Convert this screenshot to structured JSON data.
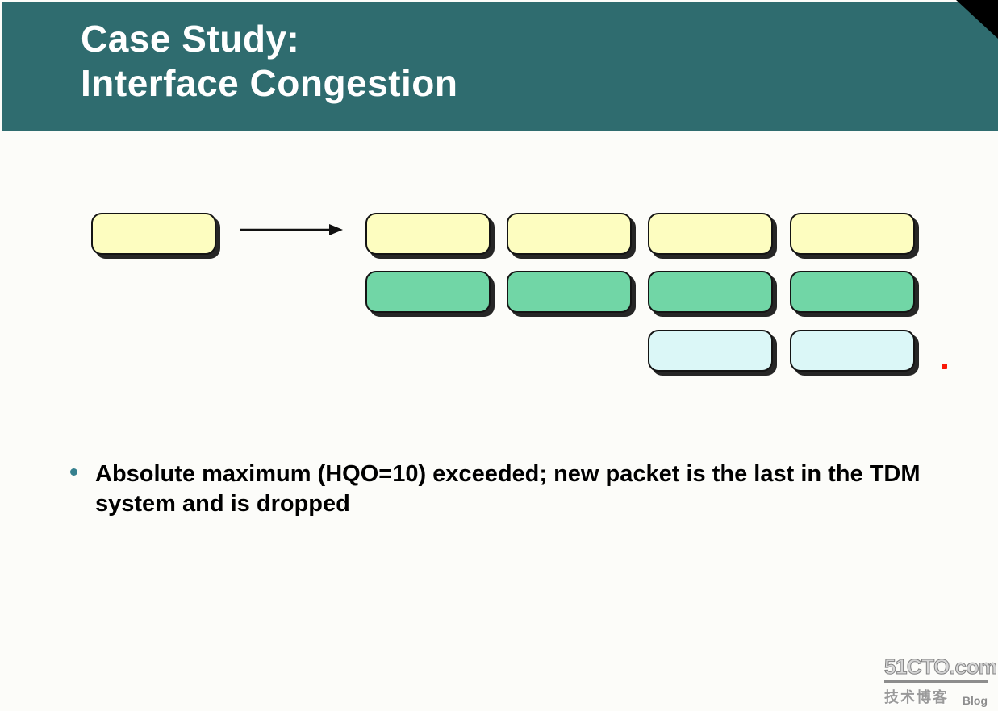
{
  "slide": {
    "title": {
      "line1": "Case Study:",
      "line2": "Interface Congestion"
    },
    "bullets": [
      {
        "text": "Absolute maximum (HQO=10) exceeded; new packet is the last in the TDM system and is dropped"
      }
    ]
  },
  "diagram": {
    "incoming_packet": {
      "color_key": "packet_yellow"
    },
    "arrow_icon": "right-arrow",
    "queue_grid": {
      "columns": 4,
      "rows": [
        {
          "name": "yellow-row",
          "color_key": "packet_yellow",
          "cells": [
            1,
            2,
            3,
            4
          ]
        },
        {
          "name": "green-row",
          "color_key": "packet_green",
          "cells": [
            1,
            2,
            3,
            4
          ]
        },
        {
          "name": "blue-row",
          "color_key": "packet_blue",
          "cells": [
            3,
            4
          ]
        }
      ]
    },
    "red_marker": {
      "color_key": "red_marker"
    }
  },
  "watermark": {
    "brand": "51CTO.com",
    "tagline_cn": "技术博客",
    "tagline_en": "Blog"
  },
  "colors": {
    "header_bg": "#2F6C6F",
    "title_text": "#FFFFFF",
    "body_bg": "#FCFCF9",
    "body_text": "#000000",
    "packet_yellow": "#FDFDC0",
    "packet_green": "#71D6A6",
    "packet_blue": "#DBF7F7",
    "box_border": "#141414",
    "box_shadow": "#262626",
    "bullet_dot": "#36808E",
    "red_marker": "#F91808",
    "corner_triangle": "#000000",
    "watermark_gray": "#9A9A9A"
  }
}
